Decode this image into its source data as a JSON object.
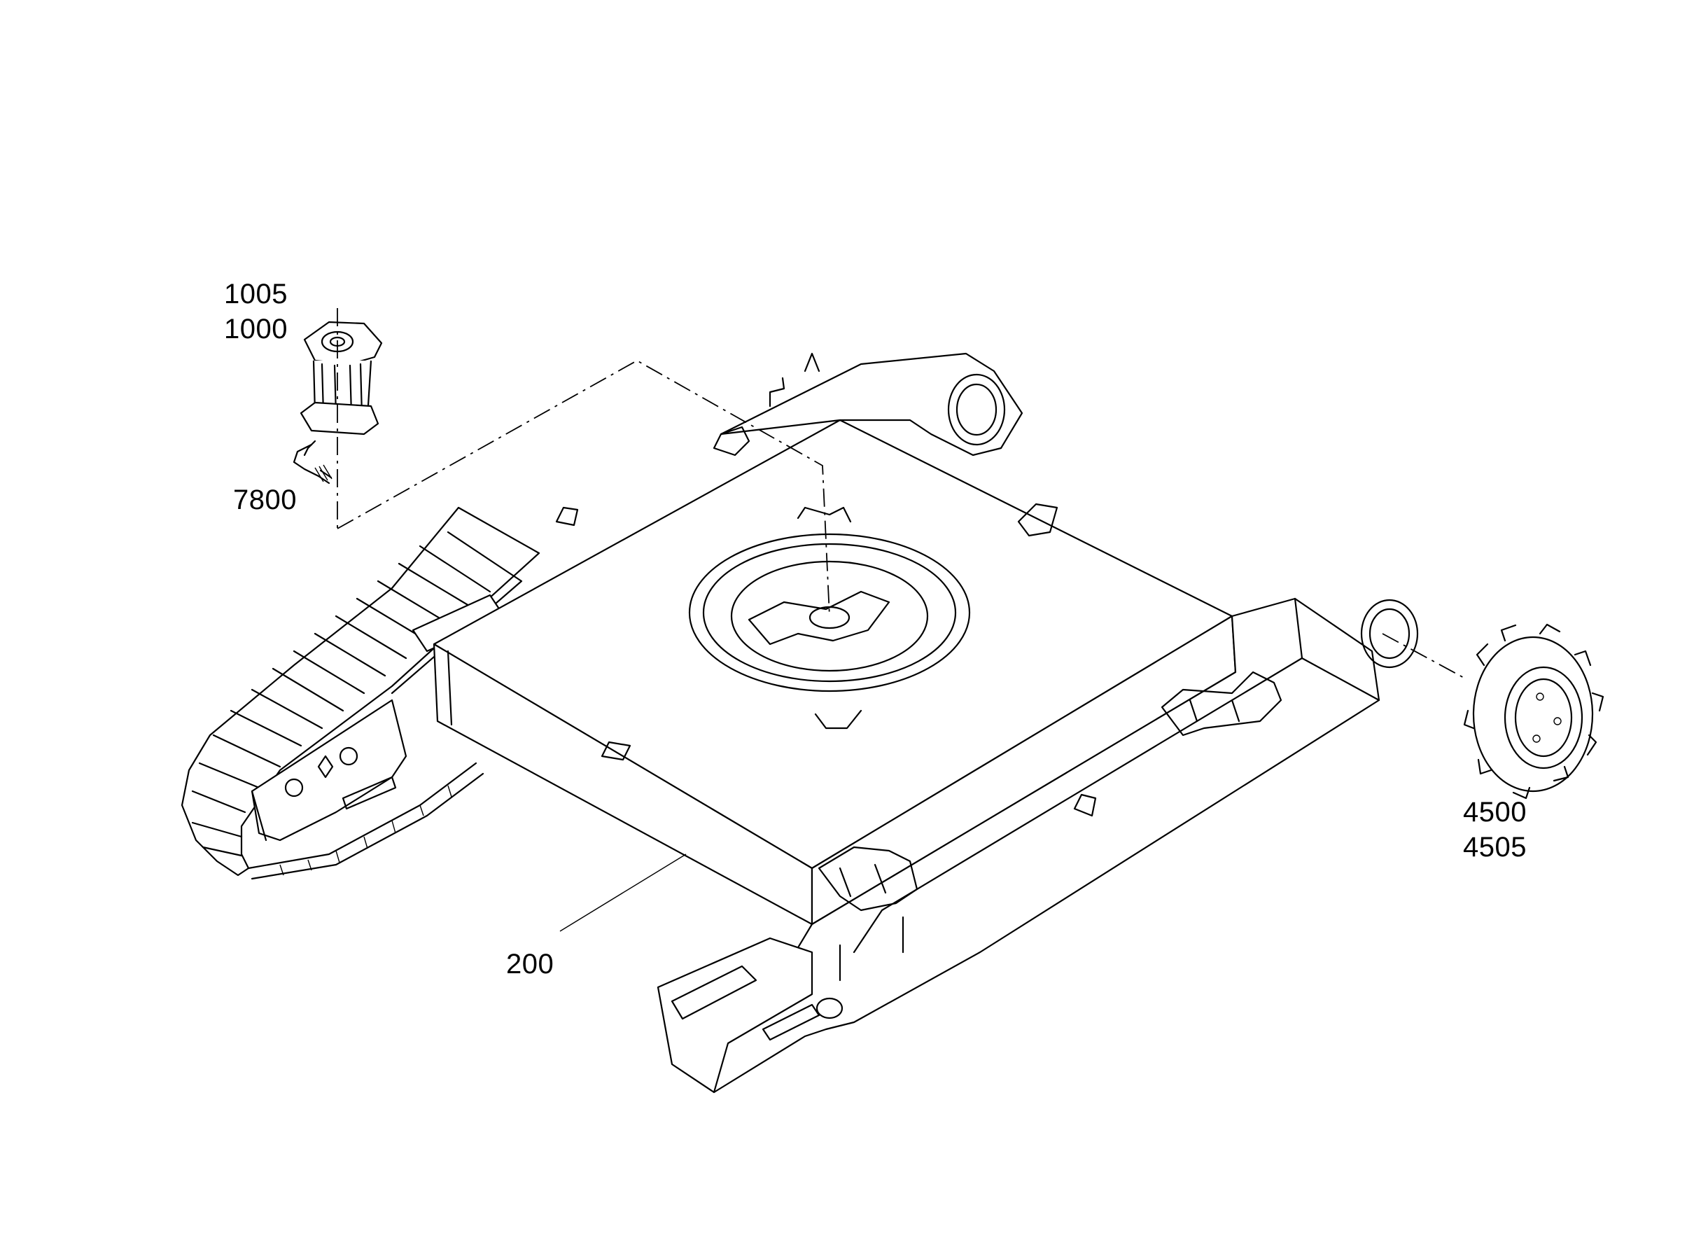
{
  "callouts": {
    "upper_left_top": "1005",
    "upper_left_bottom": "1000",
    "hose_fitting": "7800",
    "frame": "200",
    "sprocket_top": "4500",
    "sprocket_bottom": "4505"
  }
}
